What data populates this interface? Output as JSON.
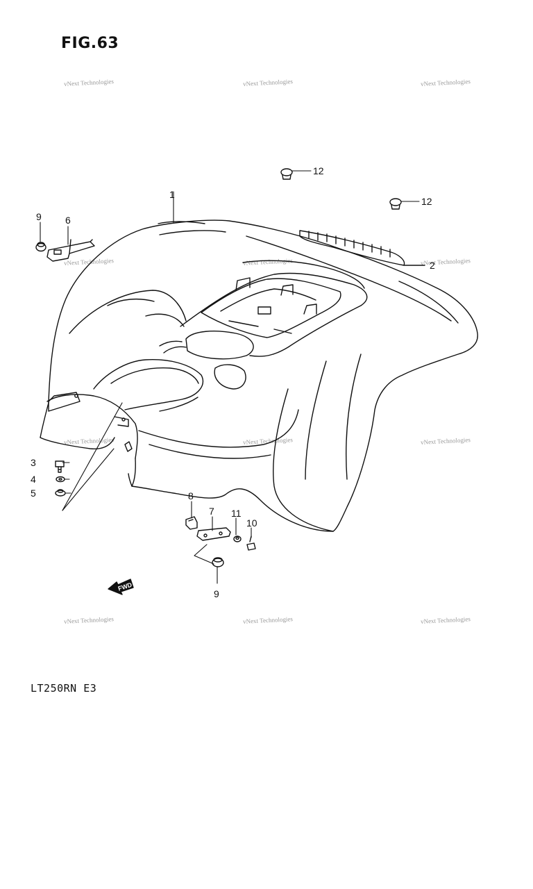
{
  "figure": {
    "title": "FIG.63",
    "model": "LT250RN  E3"
  },
  "watermark": {
    "text": "vNext Technologies"
  },
  "direction_label": "FWD",
  "callouts": [
    {
      "num": "1"
    },
    {
      "num": "2"
    },
    {
      "num": "3"
    },
    {
      "num": "4"
    },
    {
      "num": "5"
    },
    {
      "num": "6"
    },
    {
      "num": "7"
    },
    {
      "num": "8"
    },
    {
      "num": "9"
    },
    {
      "num": "9"
    },
    {
      "num": "10"
    },
    {
      "num": "11"
    },
    {
      "num": "12"
    },
    {
      "num": "12"
    }
  ]
}
